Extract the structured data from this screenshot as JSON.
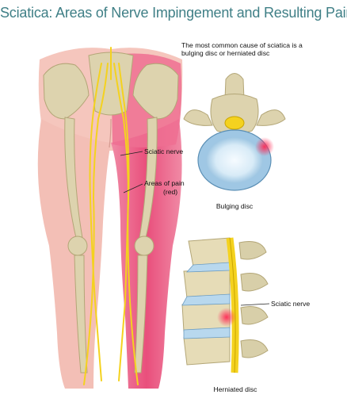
{
  "title": "Sciatica: Areas of Nerve Impingement and Resulting Pain",
  "note": "The most common cause of sciatica is a bulging disc or herniated disc",
  "labels": {
    "sciatic_nerve": "Sciatic nerve",
    "areas_of_pain": "Areas of pain",
    "areas_of_pain_sub": "(red)",
    "bulging_disc": "Bulging disc",
    "sciatic_nerve_2": "Sciatic nerve",
    "herniated_disc": "Herniated disc"
  },
  "colors": {
    "title": "#3f7f86",
    "skin": "#f3bfb6",
    "pain": "#e94f7c",
    "nerve": "#f4d21f",
    "bone": "#d8cfa9",
    "disc": "#9fc7e4"
  }
}
